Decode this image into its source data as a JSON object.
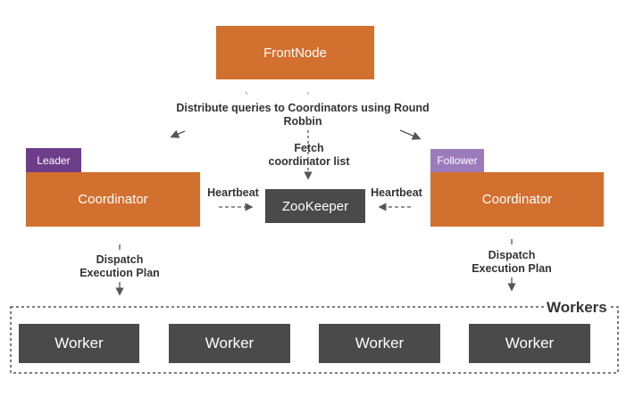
{
  "diagram": {
    "front_node": "FrontNode",
    "distribute_label": "Distribute queries to Coordinators using Round Robbin",
    "fetch_label": "Fetch coordinator list",
    "leader_tag": "Leader",
    "follower_tag": "Follower",
    "coordinator_left": "Coordinator",
    "coordinator_right": "Coordinator",
    "zookeeper": "ZooKeeper",
    "heartbeat_left": "Heartbeat",
    "heartbeat_right": "Heartbeat",
    "dispatch_left": "Dispatch Execution Plan",
    "dispatch_right": "Dispatch Execution Plan",
    "workers_title": "Workers",
    "workers": [
      "Worker",
      "Worker",
      "Worker",
      "Worker"
    ]
  },
  "colors": {
    "node_orange": "#d2702f",
    "node_dark": "#4a4a4a",
    "leader_tag": "#6e3d8a",
    "follower_tag": "#9c7bbd"
  }
}
